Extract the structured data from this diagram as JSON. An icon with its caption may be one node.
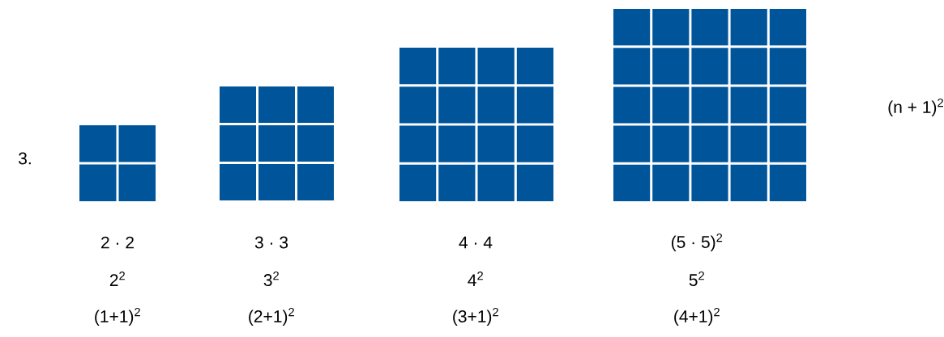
{
  "diagram": {
    "labels": [
      "(n + 1)$^{2}$",
      "3.",
      "2 · 2",
      "3 · 3",
      "4 · 4",
      "(5 · 5)$^{2}$",
      "2$^{2}$",
      "3$^{2}$",
      "4$^{2}$",
      "5$^{2}$",
      "(1+1)$^{2}$",
      "(2+1)$^{2}$",
      "(3+1)$^{2}$",
      "(4+1)$^{2}$"
    ]
  }
}
